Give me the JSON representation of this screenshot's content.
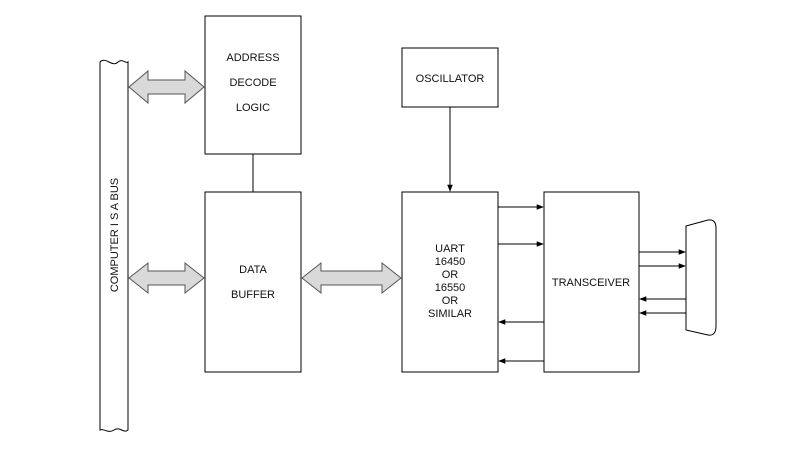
{
  "bus": {
    "label": "COMPUTER I S A BUS"
  },
  "blocks": {
    "address_decode": {
      "lines": [
        "ADDRESS",
        "DECODE",
        "LOGIC"
      ]
    },
    "data_buffer": {
      "lines": [
        "DATA",
        "BUFFER"
      ]
    },
    "oscillator": {
      "lines": [
        "OSCILLATOR"
      ]
    },
    "uart": {
      "lines": [
        "UART",
        "16450",
        "OR",
        "16550",
        "OR",
        "SIMILAR"
      ]
    },
    "transceiver": {
      "lines": [
        "TRANSCEIVER"
      ]
    }
  }
}
